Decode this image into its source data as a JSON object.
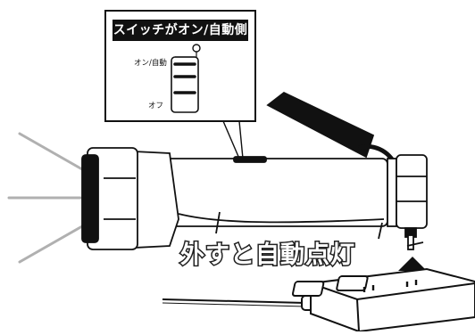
{
  "callout": {
    "title": "スイッチがオン/自動側",
    "label_on_auto": "オン/自動",
    "label_off": "オフ"
  },
  "caption": "外すと自動点灯",
  "icons": [
    "light-rays-icon",
    "flashlight-icon",
    "power-plug-icon",
    "up-arrow-icon",
    "power-strip-icon"
  ]
}
